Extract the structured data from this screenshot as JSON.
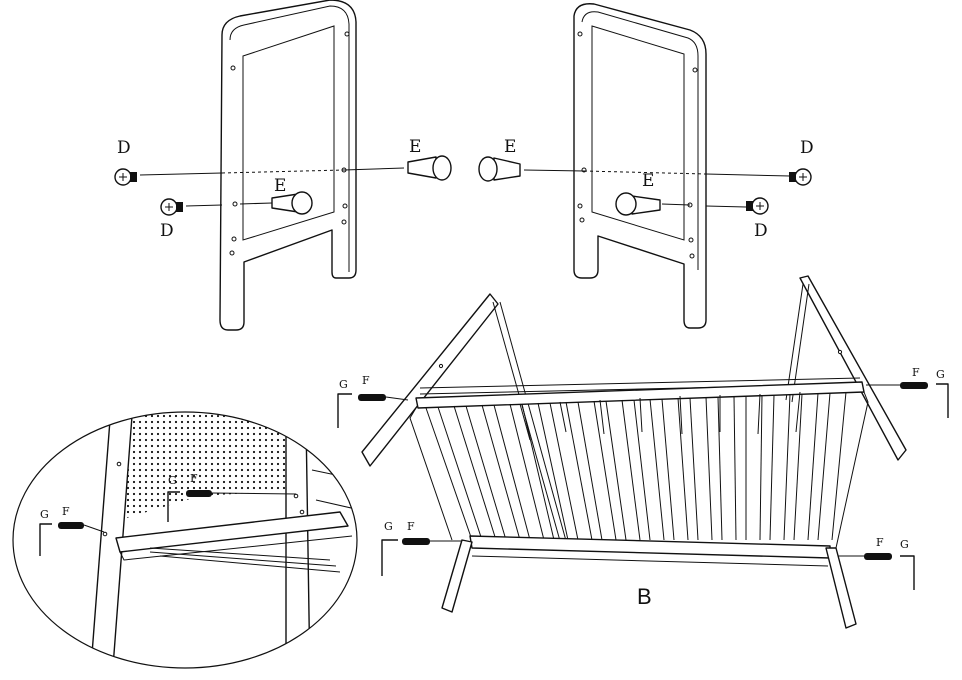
{
  "labels": {
    "bolt_d": "D",
    "dowel_e": "E",
    "wrench_g": "G",
    "screw_f": "F",
    "step": "B"
  },
  "colors": {
    "line": "#111111",
    "background": "#ffffff"
  }
}
